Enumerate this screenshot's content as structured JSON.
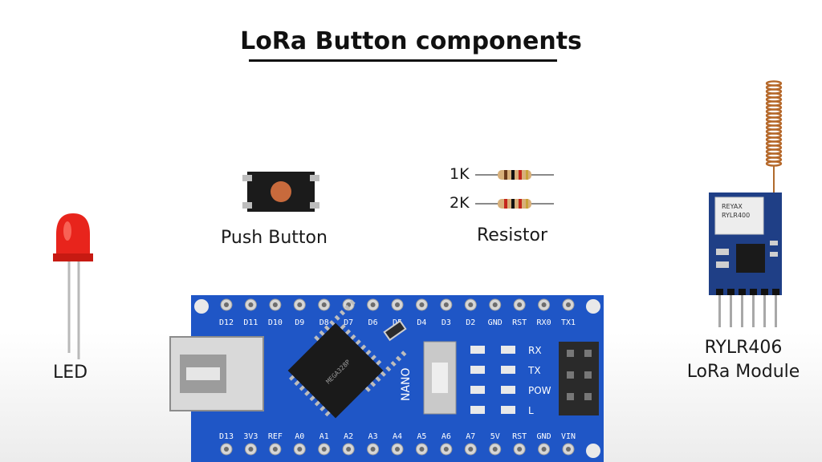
{
  "title": "LoRa Button components",
  "components": {
    "led": {
      "label": "LED",
      "color": "#e8241c"
    },
    "push_button": {
      "label": "Push Button",
      "cap_color": "#c86a3c"
    },
    "resistor": {
      "label": "Resistor",
      "values": [
        "1K",
        "2K"
      ]
    },
    "rylr406": {
      "label_line1": "RYLR406",
      "label_line2": "LoRa Module",
      "chip_text_1": "REYAX",
      "chip_text_2": "RYLR400"
    },
    "nano": {
      "board_text": "NANO",
      "board_color": "#1f56c6",
      "top_pins": [
        "D12",
        "D11",
        "D10",
        "D9",
        "D8",
        "D7",
        "D6",
        "D5",
        "D4",
        "D3",
        "D2",
        "GND",
        "RST",
        "RX0",
        "TX1"
      ],
      "bottom_pins": [
        "D13",
        "3V3",
        "REF",
        "A0",
        "A1",
        "A2",
        "A3",
        "A4",
        "A5",
        "A6",
        "A7",
        "5V",
        "RST",
        "GND",
        "VIN"
      ],
      "led_labels": [
        "RX",
        "TX",
        "POW",
        "L"
      ]
    }
  }
}
